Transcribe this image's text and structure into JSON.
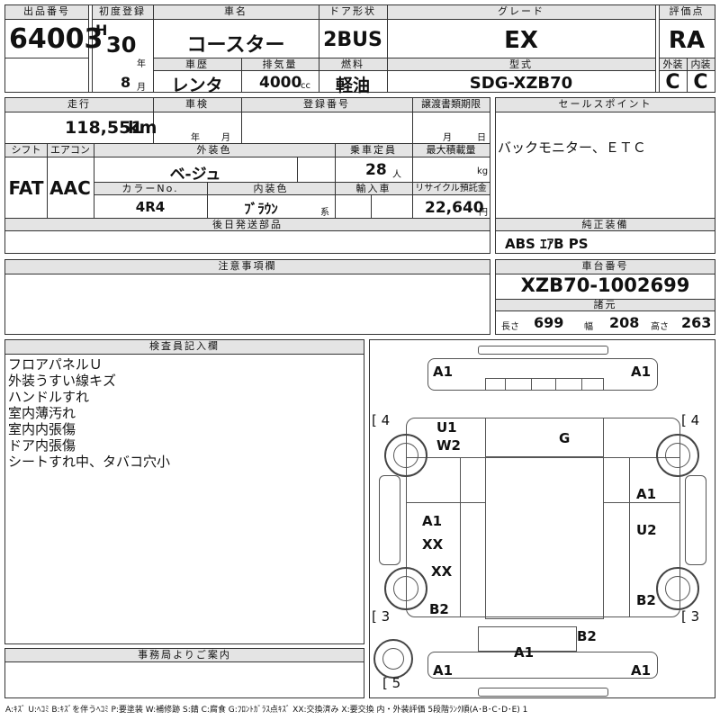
{
  "vehicle": {
    "lot_label": "出品番号",
    "lot": "64003",
    "reg_label": "初度登録",
    "era": "H",
    "year": "30",
    "year_unit": "年",
    "month": "8",
    "month_unit": "月",
    "name_label": "車名",
    "name": "コースター",
    "door_label": "ドア形状",
    "door": "2BUS",
    "grade_label": "グレード",
    "grade": "EX",
    "score_label": "評価点",
    "score": "RA",
    "history_label": "車歴",
    "history": "レンタ",
    "displacement_label": "排気量",
    "displacement": "4000",
    "displacement_unit": "cc",
    "fuel_label": "燃料",
    "fuel": "軽油",
    "model_label": "型式",
    "model": "SDG-XZB70",
    "exterior_label": "外装",
    "exterior": "C",
    "interior_label": "内装",
    "interior": "C"
  },
  "details": {
    "mileage_label": "走行",
    "mileage": "118,551",
    "mileage_unit": "km",
    "inspection_label": "車検",
    "inspection_year": "年",
    "inspection_month": "月",
    "regno_label": "登録番号",
    "transfer_label": "譲渡書類期限",
    "transfer_month": "月",
    "transfer_day": "日",
    "shift_label": "シフト",
    "shift": "FAT",
    "ac_label": "エアコン",
    "ac": "AAC",
    "color_label": "外装色",
    "color": "ベ-ジュ",
    "capacity_label": "乗車定員",
    "capacity": "28",
    "capacity_unit": "人",
    "load_label": "最大積載量",
    "load_unit": "kg",
    "colorno_label": "カラーNo.",
    "colorno": "4R4",
    "intcolor_label": "内装色",
    "intcolor": "ﾌﾞﾗｳﾝ",
    "intcolor_unit": "系",
    "import_label": "輸入車",
    "recycle_label": "リサイクル預託金",
    "recycle": "22,640",
    "recycle_unit": "円",
    "later_label": "後日発送部品"
  },
  "sales": {
    "label": "セールスポイント",
    "text": "バックモニター、ＥＴＣ"
  },
  "equipment": {
    "label": "純正装備",
    "text": "ABS ｴｱB PS"
  },
  "caution": {
    "label": "注意事項欄"
  },
  "chassis": {
    "label": "車台番号",
    "number": "XZB70-1002699",
    "spec_label": "諸元",
    "length_label": "長さ",
    "length": "699",
    "width_label": "幅",
    "width": "208",
    "height_label": "高さ",
    "height": "263"
  },
  "inspector": {
    "label": "検査員記入欄",
    "lines": [
      "フロアパネルＵ",
      "外装うすい線キズ",
      "ハンドルすれ",
      "室内薄汚れ",
      "室内内張傷",
      "ドア内張傷",
      "シートすれ中、タバコ穴小"
    ]
  },
  "office": {
    "label": "事務局よりご案内"
  },
  "diagram": {
    "marks": {
      "a1_fl": "A1",
      "a1_fr": "A1",
      "u1": "U1",
      "w2": "W2",
      "g": "G",
      "a1_r1": "A1",
      "u2": "U2",
      "a1_l": "A1",
      "xx1": "XX",
      "xx2": "XX",
      "b2_l": "B2",
      "b2_r": "B2",
      "b2_rear": "B2",
      "a1_rear_c": "A1",
      "a1_rl": "A1",
      "a1_rr": "A1"
    },
    "tires": {
      "fl": "4",
      "fr": "4",
      "rl": "3",
      "rr": "3",
      "spare": "5"
    }
  },
  "legend": "A:ｷｽﾞ U:ﾍｺﾐ B:ｷｽﾞを伴うﾍｺﾐ P:要塗装 W:補修跡 S:錆 C:腐食 G:ﾌﾛﾝﾄｶﾞﾗｽ点ｷｽﾞ XX:交換済み X:要交換 内・外装評価 5段階ﾗﾝｸ順(A･B･C･D･E) 1"
}
